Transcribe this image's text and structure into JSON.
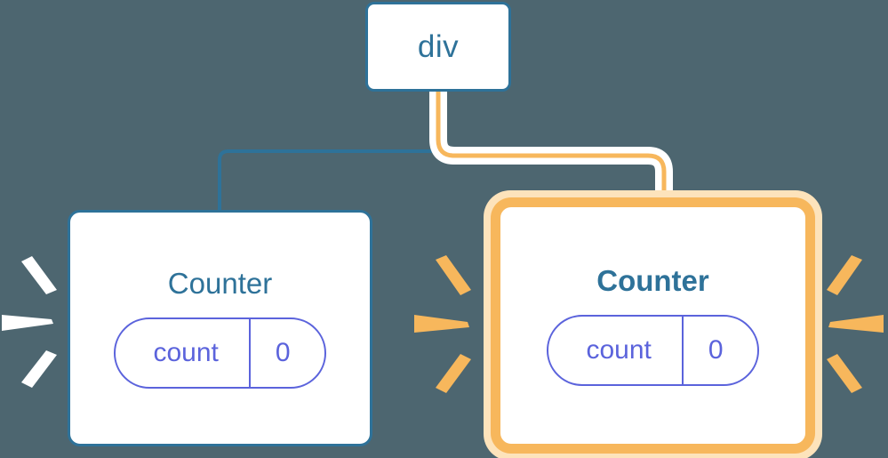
{
  "diagram": {
    "title": "React component tree re-render highlight",
    "background_color": "#4d6670",
    "colors": {
      "blue": "#2e7299",
      "amber": "#f7b75c",
      "amber_glow": "#fde3bb",
      "purple": "#5b63dc",
      "white": "#ffffff"
    }
  },
  "nodes": {
    "root": {
      "label": "div",
      "border_color": "#2e7299",
      "highlighted": false
    },
    "counter_left": {
      "label": "Counter",
      "border_color": "#2e7299",
      "highlighted": false,
      "state": {
        "key": "count",
        "value": "0"
      }
    },
    "counter_right": {
      "label": "Counter",
      "border_color": "#f7b75c",
      "highlighted": true,
      "state": {
        "key": "count",
        "value": "0"
      }
    }
  },
  "edges": [
    {
      "from": "div",
      "to": "Counter (left)",
      "color": "#2e7299",
      "style": "elbow"
    },
    {
      "from": "div",
      "to": "Counter (right)",
      "color": "#f7b75c",
      "style": "elbow-highlighted"
    }
  ],
  "bursts": [
    {
      "name": "burst-left-outer",
      "color": "#ffffff",
      "rays": 3
    },
    {
      "name": "burst-left-inner",
      "color": "#f7b75c",
      "rays": 3
    },
    {
      "name": "burst-right-inner",
      "color": "#f7b75c",
      "rays": 3
    }
  ]
}
